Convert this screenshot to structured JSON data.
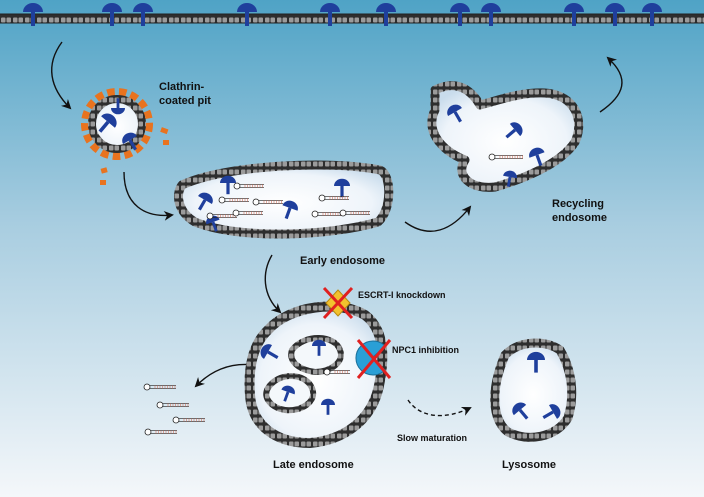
{
  "labels": {
    "clathrin_line1": "Clathrin-",
    "clathrin_line2": "coated pit",
    "early_endosome": "Early endosome",
    "recycling_line1": "Recycling",
    "recycling_line2": "endosome",
    "late_endosome": "Late endosome",
    "lysosome": "Lysosome",
    "escrt": "ESCRT-I knockdown",
    "npc1": "NPC1 inhibition",
    "slow_maturation": "Slow maturation"
  },
  "colors": {
    "receptor": "#1f3f9c",
    "membrane": "#555555",
    "clathrin": "#e8731f",
    "inhibit_x": "#e02020",
    "escrt_block": "#f2c12e",
    "npc1_block": "#2a9fd6",
    "rna_stem": "#d0705a",
    "background_top": "#5aa9c9",
    "background_bottom": "#f2f6fa"
  },
  "icons": {
    "receptor": "receptor-icon",
    "escrt": "escrt-block-icon",
    "npc1": "npc1-pacman-icon",
    "inhibit": "inhibition-x-icon",
    "rna": "hairpin-rna-icon"
  }
}
